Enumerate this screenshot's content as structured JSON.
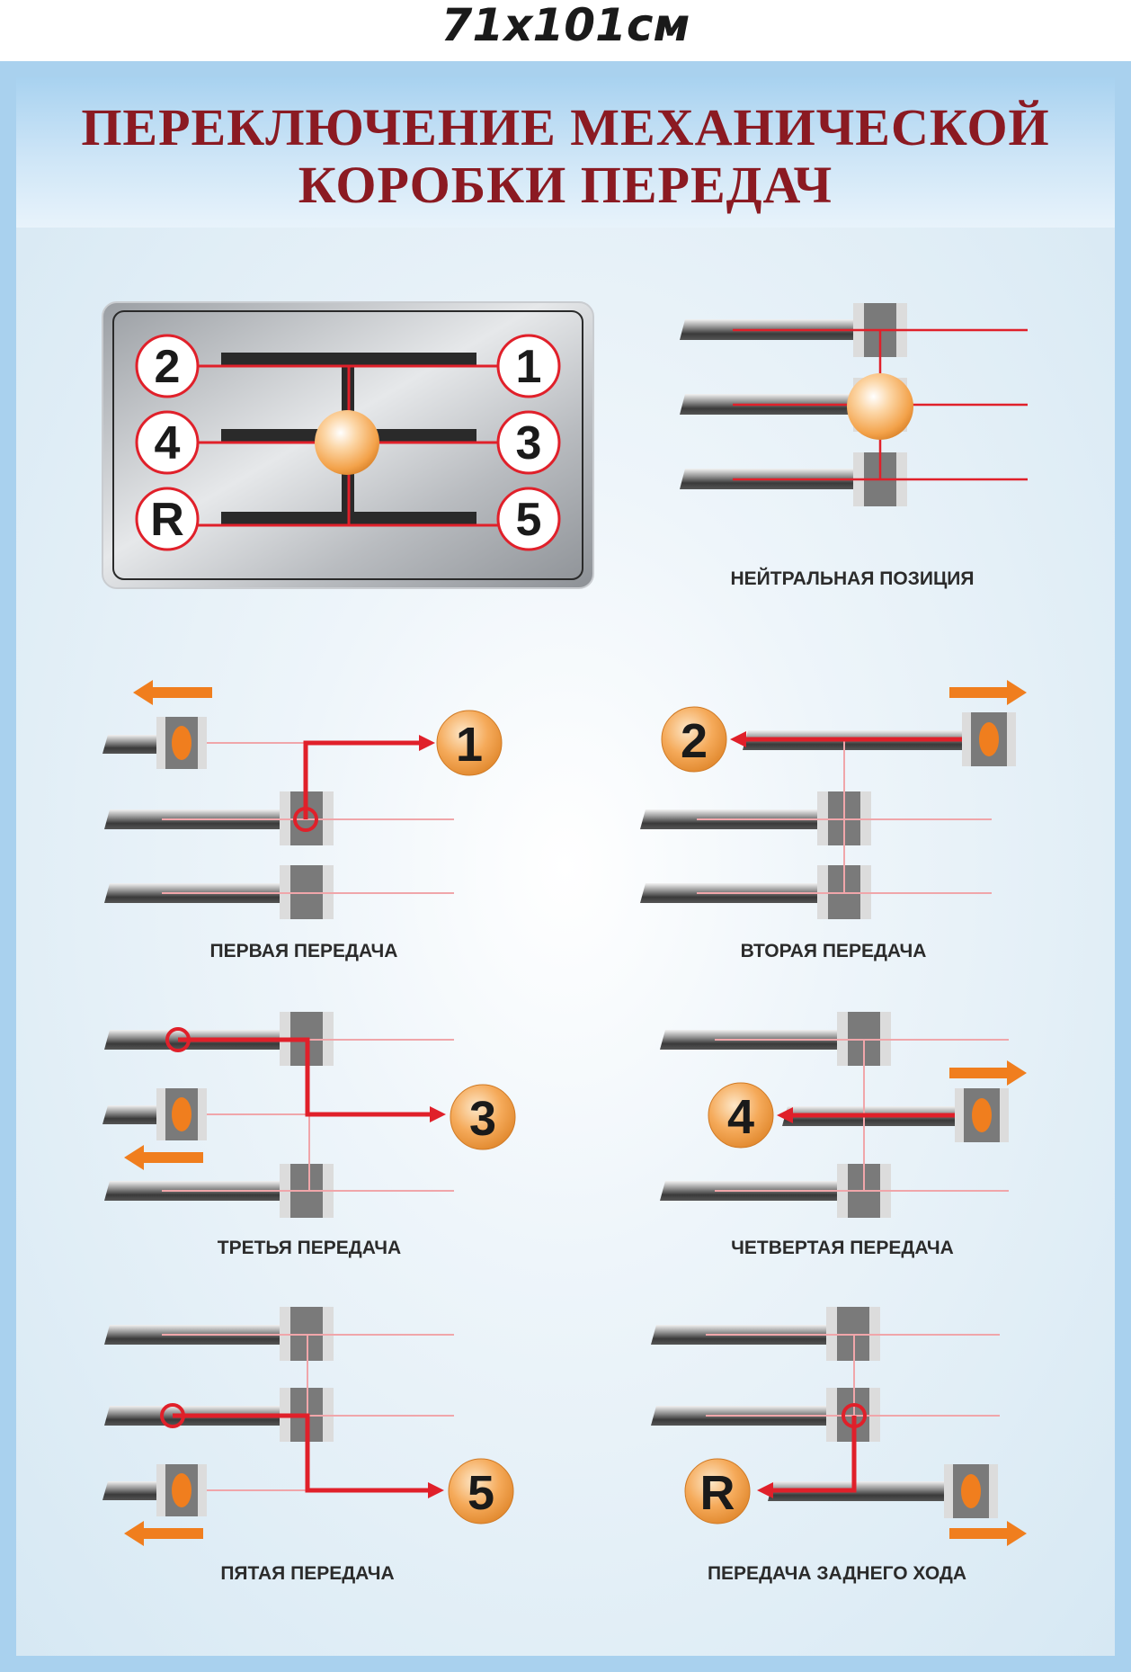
{
  "size_label": "71x101см",
  "title": {
    "line1": "ПЕРЕКЛЮЧЕНИЕ МЕХАНИЧЕСКОЙ",
    "line2": "КОРОБКИ ПЕРЕДАЧ"
  },
  "shift_pattern": {
    "gears": [
      "2",
      "1",
      "4",
      "3",
      "R",
      "5"
    ]
  },
  "diagrams": [
    {
      "id": "neutral",
      "caption": "НЕЙТРАЛЬНАЯ ПОЗИЦИЯ",
      "badge": ""
    },
    {
      "id": "first",
      "caption": "ПЕРВАЯ ПЕРЕДАЧА",
      "badge": "1"
    },
    {
      "id": "second",
      "caption": "ВТОРАЯ ПЕРЕДАЧА",
      "badge": "2"
    },
    {
      "id": "third",
      "caption": "ТРЕТЬЯ ПЕРЕДАЧА",
      "badge": "3"
    },
    {
      "id": "fourth",
      "caption": "ЧЕТВЕРТАЯ ПЕРЕДАЧА",
      "badge": "4"
    },
    {
      "id": "fifth",
      "caption": "ПЯТАЯ ПЕРЕДАЧА",
      "badge": "5"
    },
    {
      "id": "reverse",
      "caption": "ПЕРЕДАЧА ЗАДНЕГО ХОДА",
      "badge": "R"
    }
  ],
  "colors": {
    "title": "#8b1a22",
    "red_line": "#e0202a",
    "orange_arrow": "#f07e1e",
    "poster_border": "#a9d1ee"
  }
}
